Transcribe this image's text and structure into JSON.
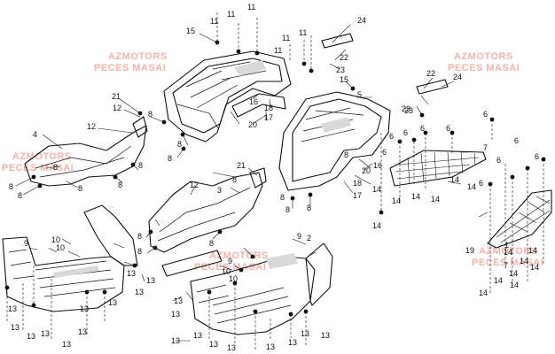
{
  "watermarks": [
    {
      "line1": "AZMOTORS",
      "line2": "PECES MASAI"
    },
    {
      "line1": "AZMOTORS",
      "line2": "PECES MASAI"
    },
    {
      "line1": "AZMOTORS",
      "line2": "PECES MASAI"
    },
    {
      "line1": "AZMOTORS",
      "line2": "PECES MASAI"
    },
    {
      "line1": "AZMOTORS",
      "line2": "PECES MASAI"
    }
  ],
  "part_numbers": [
    "11",
    "11",
    "11",
    "11",
    "11",
    "11",
    "24",
    "22",
    "23",
    "22",
    "23",
    "24",
    "15",
    "15",
    "21",
    "12",
    "5",
    "23",
    "16",
    "18",
    "17",
    "20",
    "4",
    "12",
    "8",
    "8",
    "8",
    "8",
    "8",
    "8",
    "8",
    "8",
    "8",
    "8",
    "8",
    "20",
    "16",
    "18",
    "17",
    "8",
    "8",
    "6",
    "6",
    "6",
    "6",
    "6",
    "6",
    "6",
    "6",
    "6",
    "6",
    "7",
    "14",
    "14",
    "14",
    "14",
    "14",
    "14",
    "14",
    "14",
    "14",
    "14",
    "14",
    "14",
    "3",
    "12",
    "21",
    "8",
    "8",
    "8",
    "8",
    "9",
    "10",
    "10",
    "9",
    "9",
    "10",
    "10",
    "13",
    "13",
    "13",
    "13",
    "13",
    "13",
    "13",
    "13",
    "13",
    "13",
    "13",
    "13",
    "13",
    "13",
    "13",
    "13",
    "13",
    "13",
    "13",
    "13",
    "13",
    "2",
    "19",
    "1",
    "7",
    "14",
    "14",
    "14",
    "14",
    "14"
  ]
}
